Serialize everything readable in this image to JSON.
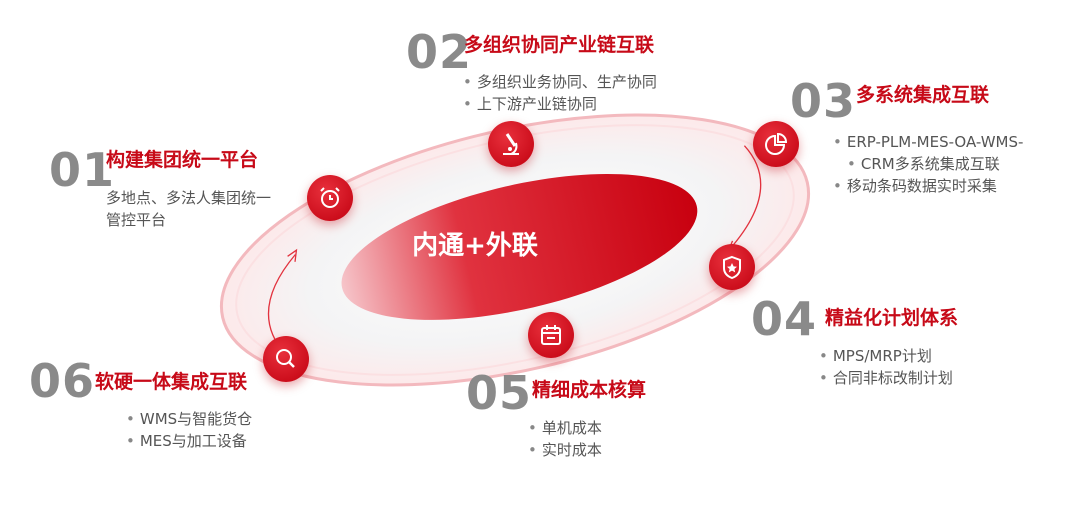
{
  "center": {
    "label": "内通+外联"
  },
  "items": [
    {
      "num": "01",
      "title": "构建集团统一平台",
      "text_lines": [
        "多地点、多法人集团统一",
        "管控平台"
      ],
      "icon": "alarm-clock-icon"
    },
    {
      "num": "02",
      "title": "多组织协同产业链互联",
      "bullets": [
        "多组织业务协同、生产协同",
        "上下游产业链协同"
      ],
      "icon": "microscope-icon"
    },
    {
      "num": "03",
      "title": "多系统集成互联",
      "bullets": [
        "ERP-PLM-MES-OA-WMS-",
        "移动条码数据实时采集"
      ],
      "bullet1_cont": "CRM多系统集成互联",
      "icon": "pie-chart-icon"
    },
    {
      "num": "04",
      "title": "精益化计划体系",
      "bullets": [
        "MPS/MRP计划",
        "合同非标改制计划"
      ],
      "icon": "shield-star-icon"
    },
    {
      "num": "05",
      "title": "精细成本核算",
      "bullets": [
        "单机成本",
        "实时成本"
      ],
      "icon": "calendar-icon"
    },
    {
      "num": "06",
      "title": "软硬一体集成互联",
      "bullets": [
        "WMS与智能货仓",
        "MES与加工设备"
      ],
      "icon": "search-icon"
    }
  ],
  "colors": {
    "accent": "#c70a18",
    "number_gray": "#8a8a8a",
    "text_gray": "#555555"
  }
}
